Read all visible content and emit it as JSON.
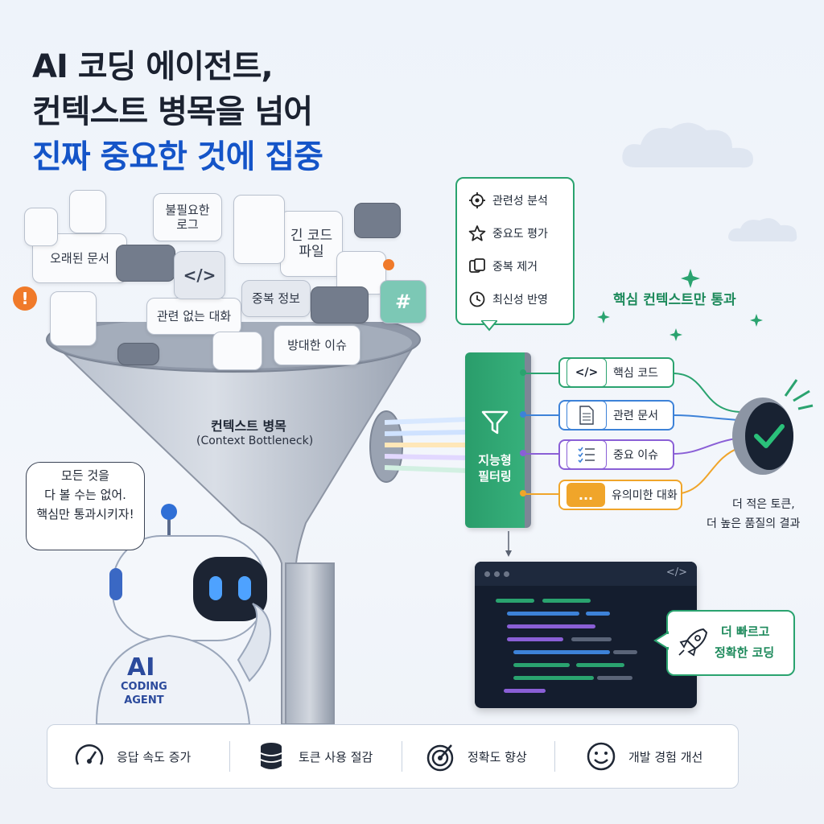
{
  "title": {
    "line1": "AI 코딩 에이전트,",
    "line2": "컨텍스트 병목을 넘어",
    "line3": "진짜 중요한 것에 집중"
  },
  "clutter": {
    "old_docs": "오래된 문서",
    "unneeded_logs": "불필요한\n로그",
    "long_code_file": "긴 코드\n파일",
    "irrelevant_chat": "관련 없는 대화",
    "duplicate_info": "중복 정보",
    "huge_issues": "방대한 이슈",
    "code_glyph": "</>",
    "hash_glyph": "#"
  },
  "funnel": {
    "label": "컨텍스트 병목",
    "label_en": "(Context Bottleneck)"
  },
  "robot": {
    "speech": "모든 것을\n다 볼 수는 없어.\n핵심만 통과시키자!",
    "chest_title": "AI",
    "chest_sub": "CODING\nAGENT"
  },
  "filter_menu": {
    "items": [
      "관련성 분석",
      "중요도 평가",
      "중복 제거",
      "최신성 반영"
    ]
  },
  "filter_box": {
    "label": "지능형\n필터링"
  },
  "pass_label": "핵심 컨텍스트만 통과",
  "outputs": [
    {
      "label": "핵심 코드",
      "color": "#2aa36f",
      "icon": "</>"
    },
    {
      "label": "관련 문서",
      "color": "#3d82d8",
      "icon": "doc"
    },
    {
      "label": "중요 이슈",
      "color": "#8a5fd6",
      "icon": "checklist"
    },
    {
      "label": "유의미한 대화",
      "color": "#f0a52a",
      "icon": "..."
    }
  ],
  "result": {
    "line1": "더 적은 토큰,",
    "line2": "더 높은 품질의 결과"
  },
  "code_window": {
    "tag": "</>"
  },
  "rocket_bubble": {
    "line1": "더 빠르고",
    "line2": "정확한 코딩"
  },
  "benefits": [
    {
      "label": "응답 속도 증가",
      "icon": "speedometer-icon"
    },
    {
      "label": "토큰 사용 절감",
      "icon": "database-icon"
    },
    {
      "label": "정확도 향상",
      "icon": "target-icon"
    },
    {
      "label": "개발 경험 개선",
      "icon": "smile-icon"
    }
  ],
  "colors": {
    "accent_blue": "#1454c8",
    "green": "#2aa36f",
    "blue": "#3d82d8",
    "purple": "#8a5fd6",
    "orange": "#f0a52a",
    "alert": "#f07a2a"
  }
}
